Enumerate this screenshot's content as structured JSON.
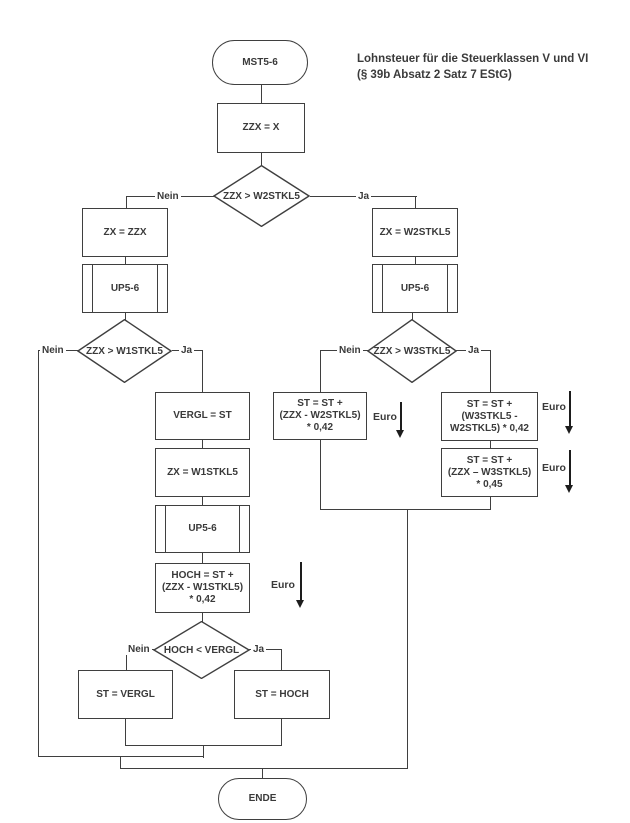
{
  "title": {
    "line1": "Lohnsteuer für die Steuerklassen V und VI",
    "line2": "(§ 39b Absatz 2 Satz 7 EStG)"
  },
  "labels": {
    "yes": "Ja",
    "no": "Nein",
    "euro": "Euro"
  },
  "nodes": {
    "start": "MST5-6",
    "set_zzx": "ZZX = X",
    "dec_w2stkl5": "ZZX > W2STKL5",
    "zx_zzx": "ZX = ZZX",
    "zx_w2stkl5": "ZX = W2STKL5",
    "up56_left": "UP5-6",
    "up56_right": "UP5-6",
    "dec_w1stkl5": "ZZX > W1STKL5",
    "dec_w3stkl5": "ZZX > W3STKL5",
    "vergl_st": "VERGL = ST",
    "zx_w1stkl5": "ZX = W1STKL5",
    "up56_mid": "UP5-6",
    "hoch": {
      "lines": [
        "HOCH = ST +",
        "(ZZX - W1STKL5)",
        "* 0,42"
      ]
    },
    "st_add_w2": {
      "lines": [
        "ST = ST +",
        "(ZZX - W2STKL5)",
        "* 0,42"
      ]
    },
    "st_add_w3w2": {
      "lines": [
        "ST = ST +",
        "(W3STKL5 -",
        "W2STKL5) * 0,42"
      ]
    },
    "st_add_w3": {
      "lines": [
        "ST = ST +",
        "(ZZX – W3STKL5)",
        "* 0,45"
      ]
    },
    "dec_hoch_vergl": "HOCH < VERGL",
    "st_vergl": "ST = VERGL",
    "st_hoch": "ST = HOCH",
    "end": "ENDE"
  },
  "colors": {
    "line": "#3f3f3f",
    "text": "#3a3a3a",
    "background": "#ffffff"
  }
}
